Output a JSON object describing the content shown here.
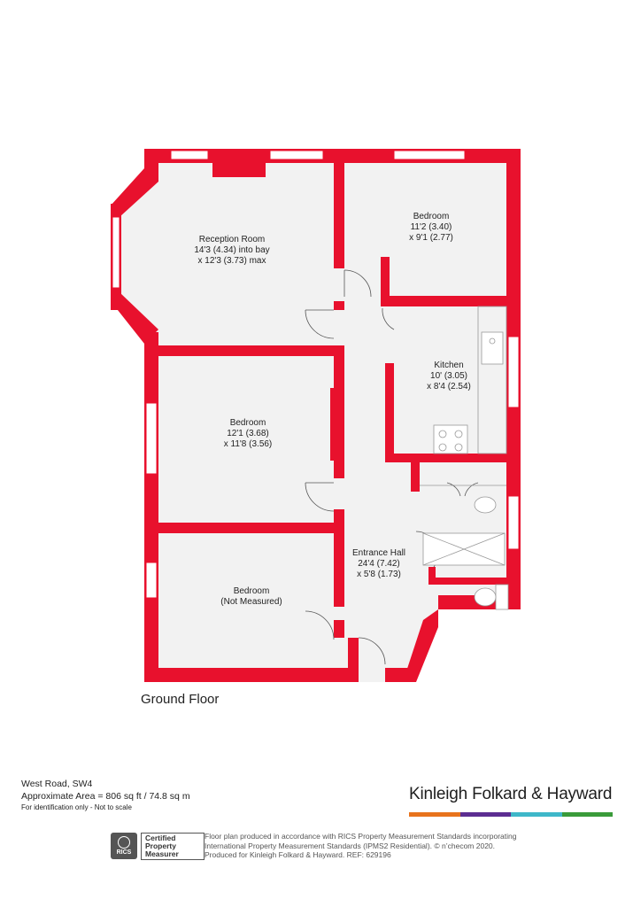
{
  "rooms": {
    "reception": {
      "name": "Reception Room",
      "dim1": "14'3 (4.34) into bay",
      "dim2": "x 12'3 (3.73) max"
    },
    "bedroom_top": {
      "name": "Bedroom",
      "dim1": "11'2 (3.40)",
      "dim2": "x 9'1 (2.77)"
    },
    "kitchen": {
      "name": "Kitchen",
      "dim1": "10' (3.05)",
      "dim2": "x 8'4 (2.54)"
    },
    "bedroom_mid": {
      "name": "Bedroom",
      "dim1": "12'1 (3.68)",
      "dim2": "x 11'8 (3.56)"
    },
    "entrance": {
      "name": "Entrance Hall",
      "dim1": "24'4 (7.42)",
      "dim2": "x 5'8 (1.73)"
    },
    "bedroom_low": {
      "name": "Bedroom",
      "dim1": "(Not Measured)"
    }
  },
  "floor_title": "Ground Floor",
  "address": {
    "street": "West Road, SW4",
    "area": "Approximate Area = 806 sq ft / 74.8 sq m",
    "note": "For identification only - Not to scale"
  },
  "brand": {
    "name": "Kinleigh Folkard & Hayward",
    "colors": [
      "#e8731c",
      "#5c2d91",
      "#3eb7c9",
      "#3a9b3a"
    ]
  },
  "rics": {
    "logo": "RICS",
    "line1": "Certified",
    "line2": "Property",
    "line3": "Measurer"
  },
  "disclaimer": {
    "line1": "Floor plan produced in accordance with RICS Property Measurement Standards incorporating",
    "line2": "International Property Measurement Standards (IPMS2 Residential).  © n’checom 2020.",
    "line3": "Produced for Kinleigh Folkard & Hayward.   REF: 629196"
  },
  "colors": {
    "wall": "#e8112d",
    "floor": "#f2f2f2",
    "window": "#ffffff",
    "fixture": "#999999"
  }
}
